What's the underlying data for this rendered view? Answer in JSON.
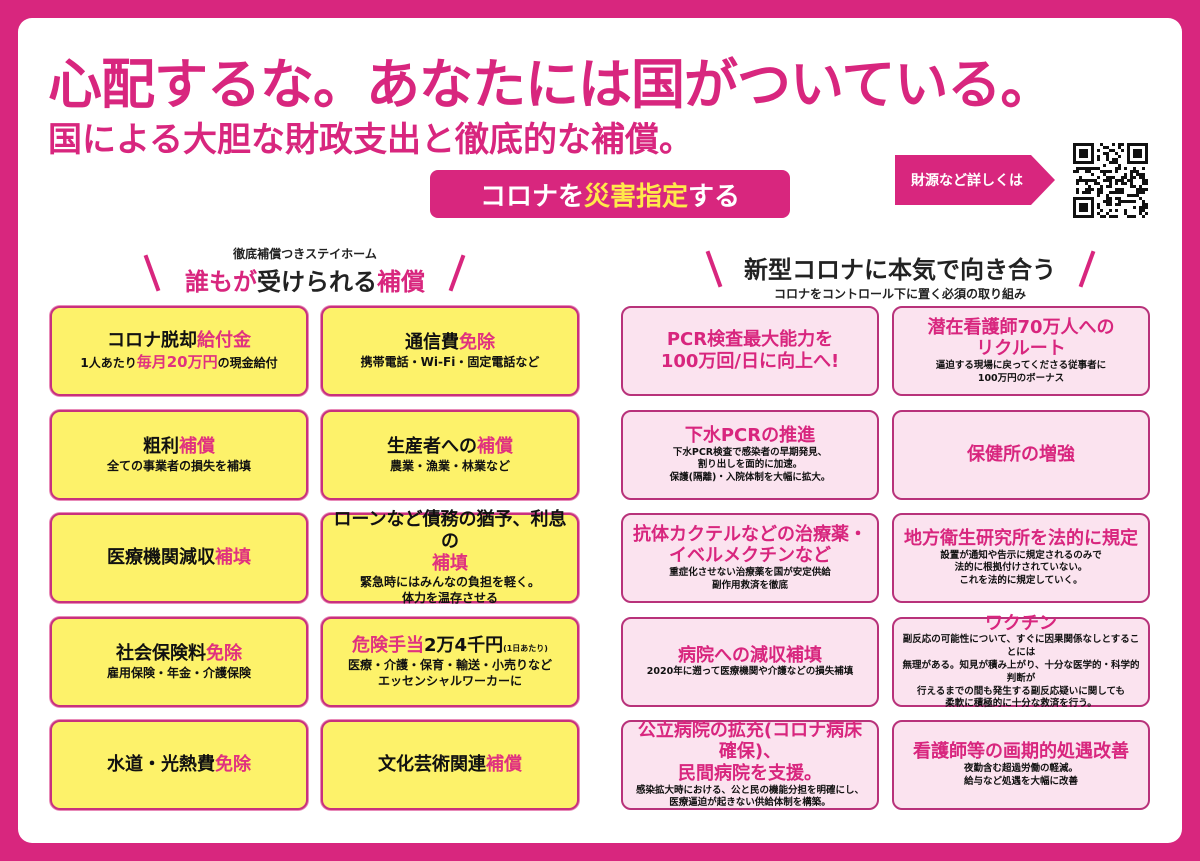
{
  "header": {
    "title": "心配するな。あなたには国がついている。",
    "subtitle": "国による大胆な財政支出と徹底的な補償。",
    "banner": {
      "a": "コロナを",
      "b": "災害指定",
      "c": "する"
    },
    "details_label": "財源など詳しくは",
    "qr_icon": "qr-code-icon"
  },
  "colors": {
    "accent": "#d8267e",
    "yellow": "#fdf26a",
    "pink_card": "#fbe3ef"
  },
  "left": {
    "kicker": "徹底補償つきステイホーム",
    "heading": {
      "a": "誰もが",
      "b": "受けられる",
      "c": "補償"
    },
    "cards": [
      {
        "title": [
          [
            "コロナ脱却",
            0
          ],
          [
            "給付金",
            1
          ]
        ],
        "sub": [
          [
            [
              "1人あたり",
              0
            ],
            [
              "毎月20万円",
              1
            ],
            [
              "の現金給付",
              0
            ]
          ]
        ]
      },
      {
        "title": [
          [
            "通信費",
            0
          ],
          [
            "免除",
            1
          ]
        ],
        "sub": [
          [
            [
              "携帯電話・Wi-Fi・固定電話など",
              0
            ]
          ]
        ]
      },
      {
        "title": [
          [
            "粗利",
            0
          ],
          [
            "補償",
            1
          ]
        ],
        "sub": [
          [
            [
              "全ての事業者の損失を補填",
              0
            ]
          ]
        ]
      },
      {
        "title": [
          [
            "生産者への",
            0
          ],
          [
            "補償",
            1
          ]
        ],
        "sub": [
          [
            [
              "農業・漁業・林業など",
              0
            ]
          ]
        ]
      },
      {
        "title": [
          [
            "医療機関減収",
            0
          ],
          [
            "補填",
            1
          ]
        ],
        "sub": []
      },
      {
        "title": [
          [
            "ローンなど債務の猶予、",
            0
          ],
          [
            "利息の",
            0
          ],
          [
            "補填",
            1
          ]
        ],
        "sub": [
          [
            [
              "緊急時にはみんなの負担を軽く。",
              0
            ]
          ],
          [
            [
              "体力を温存させる",
              0
            ]
          ]
        ]
      },
      {
        "title": [
          [
            "社会保険料",
            0
          ],
          [
            "免除",
            1
          ]
        ],
        "sub": [
          [
            [
              "雇用保険・年金・介護保険",
              0
            ]
          ]
        ]
      },
      {
        "title": [
          [
            "危険手当",
            1
          ],
          [
            "2万4千円",
            0
          ],
          [
            "(1日あたり)",
            2
          ]
        ],
        "sub": [
          [
            [
              "医療・介護・保育・輸送・小売りなど",
              0
            ]
          ],
          [
            [
              "エッセンシャルワーカーに",
              0
            ]
          ]
        ]
      },
      {
        "title": [
          [
            "水道・光熱費",
            0
          ],
          [
            "免除",
            1
          ]
        ],
        "sub": []
      },
      {
        "title": [
          [
            "文化芸術関連",
            0
          ],
          [
            "補償",
            1
          ]
        ],
        "sub": []
      }
    ]
  },
  "right": {
    "heading": "新型コロナに本気で向き合う",
    "kicker": "コロナをコントロール下に置く必須の取り組み",
    "cards": [
      {
        "title": [
          "PCR検査最大能力を",
          "100万回/日に向上へ!"
        ],
        "sub": []
      },
      {
        "title": [
          "潜在看護師70万人への",
          "リクルート"
        ],
        "sub": [
          "逼迫する現場に戻ってくださる従事者に",
          "100万円のボーナス"
        ]
      },
      {
        "title": [
          "下水PCRの推進"
        ],
        "sub": [
          "下水PCR検査で感染者の早期発見、",
          "割り出しを面的に加速。",
          "保護(隔離)・入院体制を大幅に拡大。"
        ]
      },
      {
        "title": [
          "保健所の増強"
        ],
        "sub": []
      },
      {
        "title": [
          "抗体カクテルなどの治療薬・",
          "イベルメクチンなど"
        ],
        "sub": [
          "重症化させない治療薬を国が安定供給",
          "副作用救済を徹底"
        ]
      },
      {
        "title": [
          "地方衛生研究所を法的に規定"
        ],
        "sub": [
          "設置が通知や告示に規定されるのみで",
          "法的に根拠付けされていない。",
          "これを法的に規定していく。"
        ]
      },
      {
        "title": [
          "病院への減収補填"
        ],
        "sub": [
          "2020年に遡って医療機関や介護などの損失補填"
        ]
      },
      {
        "title": [
          "ワクチン"
        ],
        "sub": [
          "副反応の可能性について、すぐに因果関係なしとすることには",
          "無理がある。知見が積み上がり、十分な医学的・科学的判断が",
          "行えるまでの間も発生する副反応疑いに関しても",
          "柔軟に積極的に十分な救済を行う。"
        ]
      },
      {
        "title": [
          "公立病院の拡充(コロナ病床確保)、",
          "民間病院を支援。"
        ],
        "sub": [
          "感染拡大時における、公と民の機能分担を明確にし、",
          "医療逼迫が起きない供給体制を構築。"
        ]
      },
      {
        "title": [
          "看護師等の画期的処遇改善"
        ],
        "sub": [
          "夜勤含む超過労働の軽減。",
          "給与など処遇を大幅に改善"
        ]
      }
    ]
  }
}
